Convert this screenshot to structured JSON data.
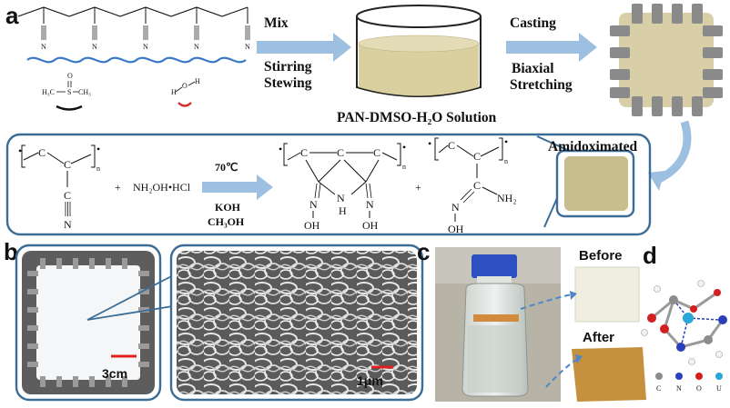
{
  "panels": {
    "a": "a",
    "b": "b",
    "c": "c",
    "d": "d"
  },
  "steps": {
    "mix": "Mix",
    "stirring": "Stirring",
    "stewing": "Stewing",
    "casting": "Casting",
    "biaxial": "Biaxial",
    "stretching": "Stretching",
    "solution": "PAN-DMSO-H₂O Solution",
    "amidoximated": "Amidoximated"
  },
  "molecules": {
    "dmso_h3c": "H₃C",
    "dmso_s": "S",
    "dmso_o": "O",
    "dmso_ch3": "CH₃",
    "water_h_left": "H",
    "water_o": "O",
    "water_h_right": "H",
    "nitrile_n": "N"
  },
  "reaction": {
    "pan_c1": "C",
    "pan_c2": "C",
    "pan_n_sub": "n",
    "pan_c3": "C",
    "pan_n": "N",
    "plus1": "+",
    "reagent": "NH₂OH•HCl",
    "temperature": "70℃",
    "base": "KOH",
    "solvent": "CH₃OH",
    "prod1_c1": "C",
    "prod1_c2": "C",
    "prod1_c3": "C",
    "prod1_n_sub": "n",
    "prod1_n_left": "N",
    "prod1_n_mid": "N",
    "prod1_h": "H",
    "prod1_n_right": "N",
    "prod1_oh_left": "OH",
    "prod1_oh_right": "OH",
    "plus2": "+",
    "prod2_c1": "C",
    "prod2_c2": "C",
    "prod2_n_sub": "n",
    "prod2_c3": "C",
    "prod2_nh2": "NH₂",
    "prod2_n": "N",
    "prod2_oh": "OH"
  },
  "scale_bars": {
    "photo": "3cm",
    "sem": "1μm"
  },
  "labels_c": {
    "before": "Before",
    "after": "After"
  },
  "legend_d": [
    "C",
    "N",
    "O",
    "U"
  ],
  "colors": {
    "arrow": "#9dbfe0",
    "frame": "#3b6d96",
    "solution": "#d9cf9f",
    "membrane": "#d8cfa8",
    "clamp": "#8a8a8a",
    "wave": "#3a78c8",
    "scale": "#e02020",
    "carbon": "#8c8c8c",
    "nitrogen": "#2b3fb8",
    "oxygen": "#d21f1f",
    "uranium": "#2aa6d8"
  }
}
